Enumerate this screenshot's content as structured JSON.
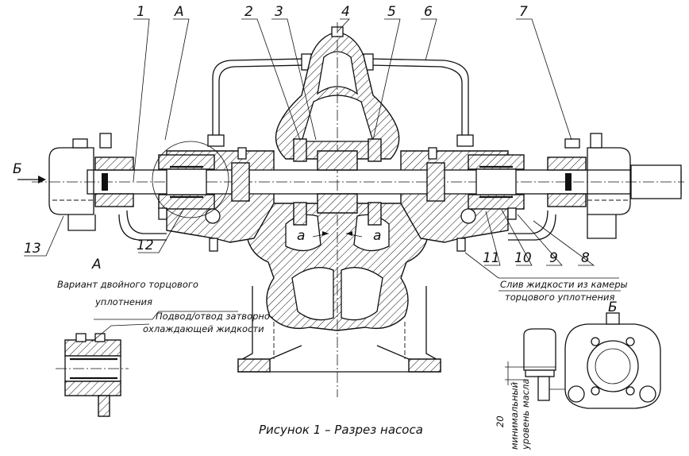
{
  "caption": "Рисунок 1 – Разрез насоса",
  "callouts": [
    "1",
    "А",
    "2",
    "3",
    "4",
    "5",
    "6",
    "7",
    "13",
    "12",
    "11",
    "10",
    "9",
    "8"
  ],
  "view_labels": {
    "inlet": "Б",
    "detail": "А",
    "side_view": "Б",
    "section": "a"
  },
  "notes": {
    "variant_line1": "Вариант двойного торцового",
    "variant_line2": "уплотнения",
    "supply_line1": "Подвод/отвод затворно-",
    "supply_line2": "охлаждающей жидкости",
    "drain_line1": "Слив жидкости из камеры",
    "drain_line2": "торцового уплотнения",
    "oil_line1": "минимальный",
    "oil_line2": "уровень масла",
    "dimension": "20"
  }
}
